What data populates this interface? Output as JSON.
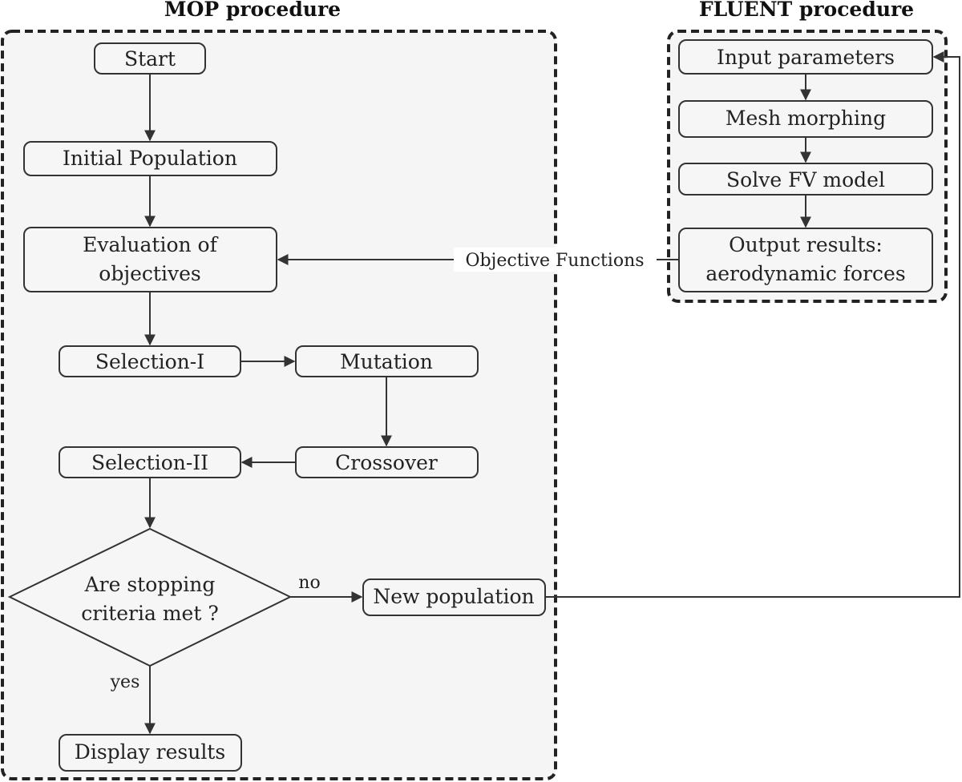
{
  "panels": {
    "mop_title": "MOP procedure",
    "fluent_title": "FLUENT procedure"
  },
  "nodes": {
    "start": "Start",
    "initial_population": "Initial Population",
    "evaluation_line1": "Evaluation of",
    "evaluation_line2": "objectives",
    "selection_1": "Selection-I",
    "mutation": "Mutation",
    "crossover": "Crossover",
    "selection_2": "Selection-II",
    "decision_line1": "Are stopping",
    "decision_line2": "criteria met ?",
    "new_population": "New population",
    "display_results": "Display results",
    "input_parameters": "Input parameters",
    "mesh_morphing": "Mesh morphing",
    "solve_fv": "Solve FV model",
    "output_line1": "Output results:",
    "output_line2": "aerodynamic forces"
  },
  "edge_labels": {
    "objective_functions": "Objective Functions",
    "no": "no",
    "yes": "yes"
  }
}
